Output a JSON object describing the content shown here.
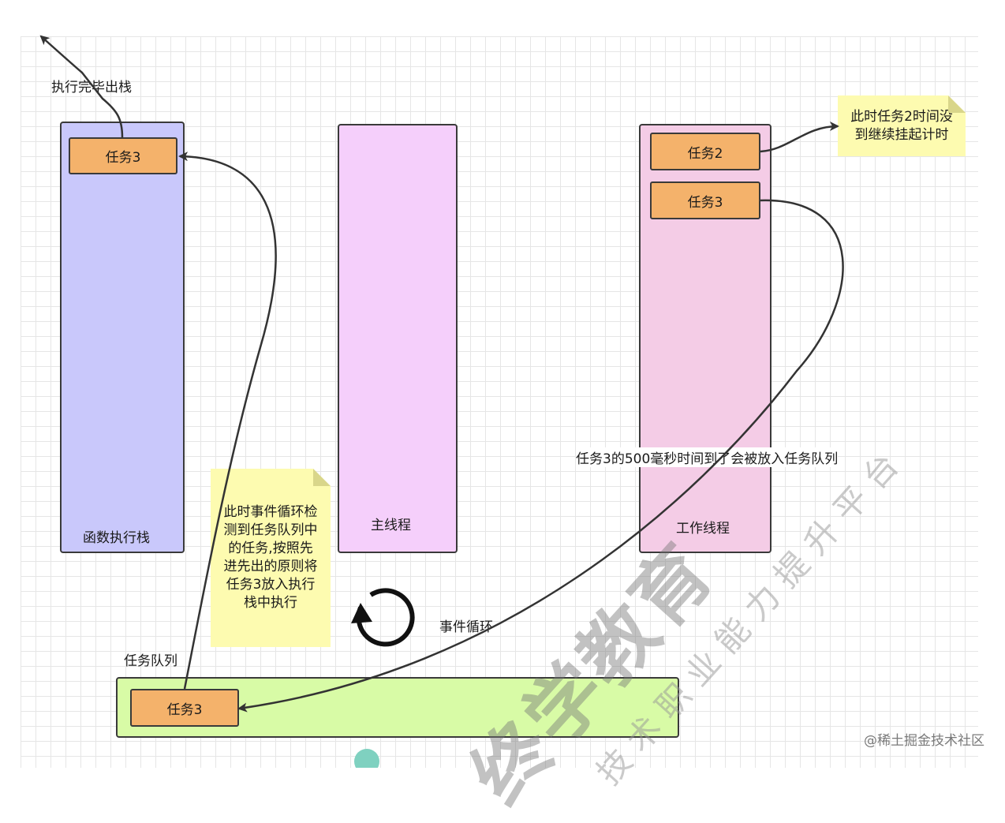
{
  "panels": {
    "call_stack_label": "函数执行栈",
    "main_thread_label": "主线程",
    "worker_thread_label": "工作线程",
    "task_queue_label": "任务队列"
  },
  "tasks": {
    "stack_task": "任务3",
    "worker_task_a": "任务2",
    "worker_task_b": "任务3",
    "queue_task": "任务3"
  },
  "labels": {
    "pop_out": "执行完毕出栈",
    "timer_to_queue": "任务3的500毫秒时间到了会被放入任务队列",
    "event_loop": "事件循环"
  },
  "notes": {
    "suspend_note": "此时任务2时间没到继续挂起计时",
    "event_loop_note": "此时事件循环检测到任务队列中的任务,按照先进先出的原则将任务3放入执行栈中执行"
  },
  "watermark": {
    "big": "终学教育",
    "small": "技术职业能力提升平台"
  },
  "credit": "@稀土掘金技术社区",
  "colors": {
    "call_stack_fill": "#c9c8fb",
    "main_thread_fill": "#f5cffb",
    "worker_thread_fill": "#f4cce6",
    "task_fill": "#f4b26b",
    "queue_fill": "#d8fba6",
    "note_fill": "#fdfbb0"
  }
}
